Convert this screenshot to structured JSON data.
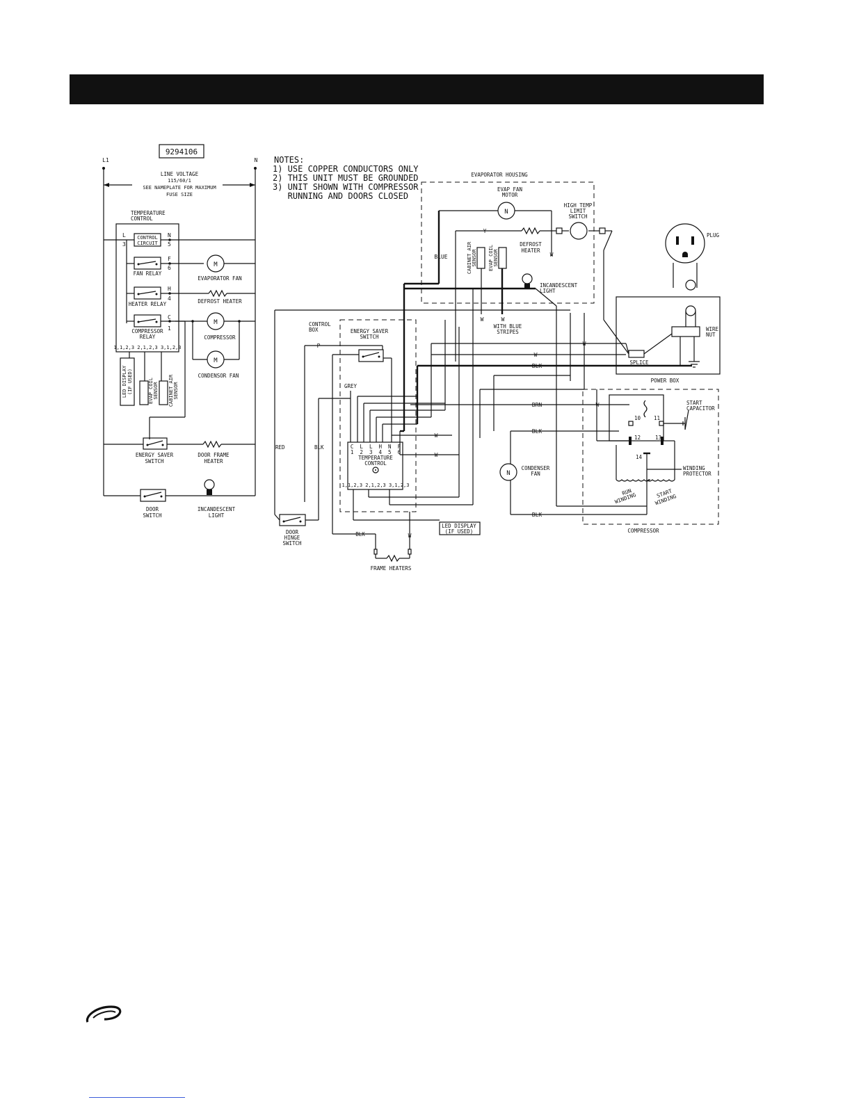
{
  "doc": {
    "part_number": "9294106",
    "notes_title": "NOTES:",
    "notes": [
      "1) USE COPPER CONDUCTORS ONLY",
      "2) THIS UNIT MUST BE GROUNDED",
      "3) UNIT SHOWN WITH COMPRESSOR",
      "   RUNNING AND DOORS CLOSED"
    ]
  },
  "schematic": {
    "l1": "L1",
    "n": "N",
    "line_voltage": [
      "LINE VOLTAGE",
      "115/60/1",
      "SEE NAMEPLATE FOR MAXIMUM",
      "FUSE SIZE"
    ],
    "temp_control": [
      "TEMPERATURE",
      "CONTROL"
    ],
    "control_circuit": [
      "CONTROL",
      "CIRCUIT"
    ],
    "fan_relay": "FAN RELAY",
    "heater_relay": "HEATER RELAY",
    "compressor_relay": [
      "COMPRESSOR",
      "RELAY"
    ],
    "evaporator_fan": "EVAPORATOR FAN",
    "defrost_heater": "DEFROST HEATER",
    "compressor": "COMPRESSOR",
    "condensor_fan": "CONDENSOR FAN",
    "term_l": "L",
    "term_3": "3",
    "term_n": "N",
    "term_5": "5",
    "term_f": "F",
    "term_6": "6",
    "term_h": "H",
    "term_4": "4",
    "term_c": "C",
    "term_1": "1",
    "sensor_codes": "1,1,2,3  2,1,2,3  3,1,2,3",
    "led_display": [
      "LED DISPLAY",
      "(IF USED)"
    ],
    "evap_coil_sensor": [
      "EVAP COIL",
      "SENSOR"
    ],
    "cabinet_air_sensor": [
      "CABINET AIR",
      "SENSOR"
    ],
    "energy_saver_switch": [
      "ENERGY SAVER",
      "SWITCH"
    ],
    "door_frame_heater": [
      "DOOR FRAME",
      "HEATER"
    ],
    "door_switch": [
      "DOOR",
      "SWITCH"
    ],
    "incandescent_light": [
      "INCANDESCENT",
      "LIGHT"
    ],
    "motor_symbol": "M"
  },
  "wiring": {
    "evaporator_housing": "EVAPORATOR HOUSING",
    "evap_fan_motor": [
      "EVAP FAN",
      "MOTOR"
    ],
    "high_temp_limit_switch": [
      "HIGH TEMP",
      "LIMIT",
      "SWITCH"
    ],
    "defrost_heater": [
      "DEFROST",
      "HEATER"
    ],
    "cabinet_air_sensor": [
      "CABINET AIR",
      "SENSOR"
    ],
    "evap_coil_sensor": [
      "EVAP COIL",
      "SENSOR"
    ],
    "incandescent_light": [
      "INCANDESCENT",
      "LIGHT"
    ],
    "with_blue_stripes": [
      "WITH BLUE",
      "STRIPES"
    ],
    "control_box": [
      "CONTROL",
      "BOX"
    ],
    "energy_saver_switch": [
      "ENERGY SAVER",
      "SWITCH"
    ],
    "temperature_control": [
      "TEMPERATURE",
      "CONTROL"
    ],
    "tc_terminals_top": "C  L  L  H  N  F",
    "tc_terminals_num": "1  2  3  4  5  6",
    "tc_sensor_codes": "1,1,2,3  2,1,2,3  3,1,2,3",
    "led_display": [
      "LED DISPLAY",
      "(IF USED)"
    ],
    "door_hinge_switch": [
      "DOOR",
      "HINGE",
      "SWITCH"
    ],
    "frame_heaters": "FRAME HEATERS",
    "condenser_fan": [
      "CONDENSER",
      "FAN"
    ],
    "plug": "PLUG",
    "wire_nut": [
      "WIRE",
      "NUT"
    ],
    "splice": "SPLICE",
    "power_box": "POWER BOX",
    "start_capacitor": [
      "START",
      "CAPACITOR"
    ],
    "winding_protector": [
      "WINDING",
      "PROTECTOR"
    ],
    "run_winding": [
      "RUN",
      "WINDING"
    ],
    "start_winding": [
      "START",
      "WINDING"
    ],
    "compressor": "COMPRESSOR",
    "motor_symbol": "N",
    "wire_labels": {
      "blue": "BLUE",
      "y": "Y",
      "w": "W",
      "blk": "BLK",
      "brn": "BRN",
      "red": "RED",
      "grey": "GREY",
      "p": "P"
    },
    "relay_terminals": {
      "t10": "10",
      "t11": "11",
      "t12": "12",
      "t13": "13",
      "t14": "14"
    }
  }
}
